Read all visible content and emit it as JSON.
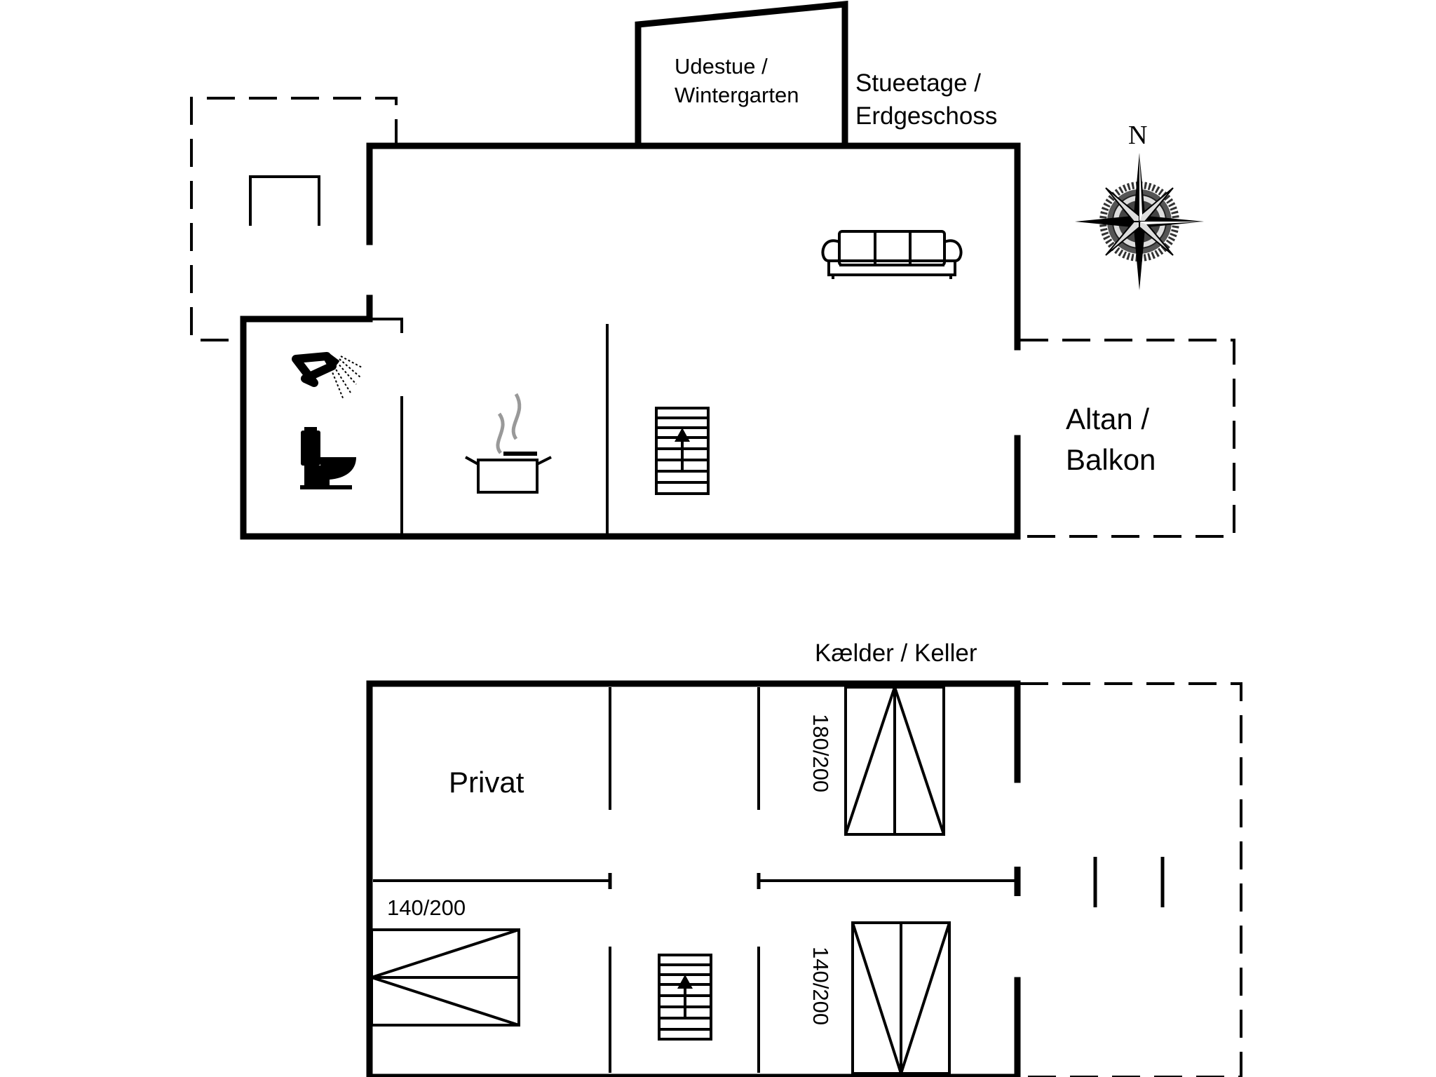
{
  "labels": {
    "udestue_line1": "Udestue /",
    "udestue_line2": "Wintergarten",
    "floor_ground_line1": "Stueetage /",
    "floor_ground_line2": "Erdgeschoss",
    "compass_north": "N",
    "balcony_line1": "Altan /",
    "balcony_line2": "Balkon",
    "floor_basement": "Kælder / Keller",
    "private_room": "Privat",
    "bed_180_200": "180/200",
    "bed_140_200_left": "140/200",
    "bed_140_200_right": "140/200"
  },
  "icons": [
    "shower-icon",
    "toilet-icon",
    "cooking-pot-icon",
    "stairs-icon",
    "sofa-icon",
    "compass-rose-icon",
    "double-bed-icon"
  ],
  "colors": {
    "ink": "#000000",
    "background": "#ffffff"
  }
}
